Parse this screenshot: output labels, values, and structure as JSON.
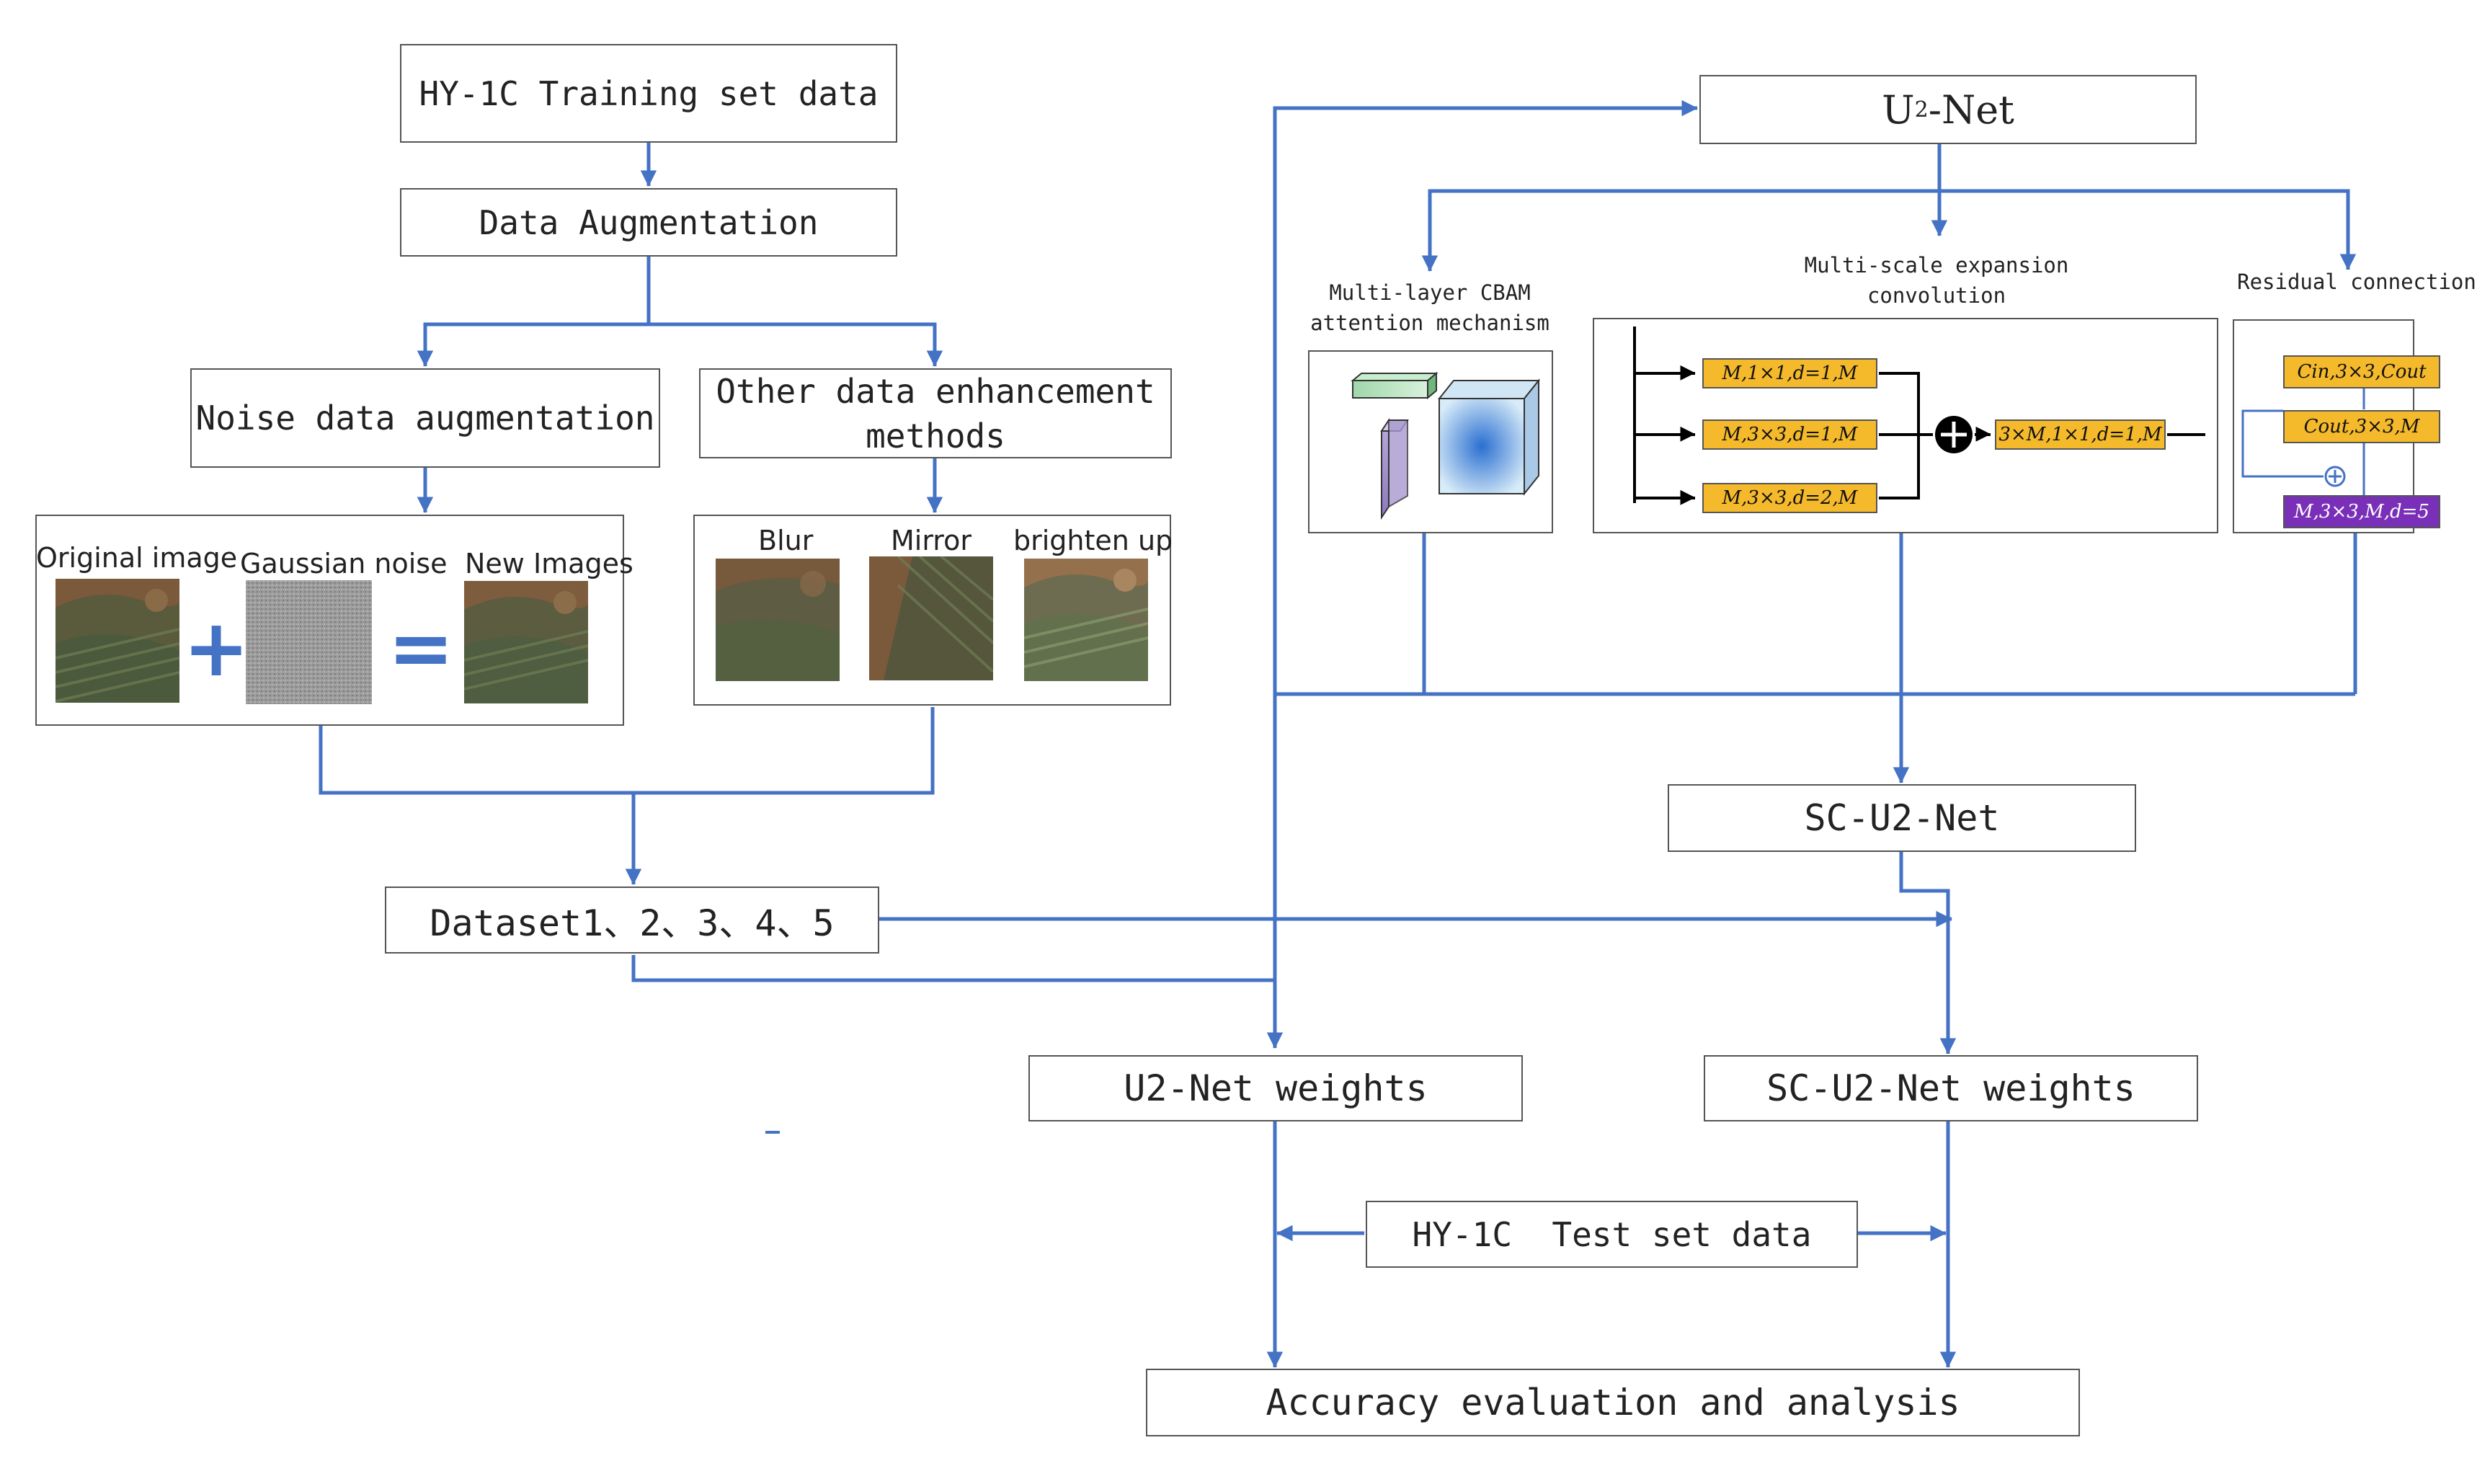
{
  "left": {
    "training_set": "HY-1C Training set data",
    "augmentation": "Data Augmentation",
    "noise_aug": "Noise data augmentation",
    "other_aug": "Other data enhancement methods",
    "noise_labels": {
      "original": "Original image",
      "gaussian": "Gaussian noise",
      "new": "New Images"
    },
    "other_labels": {
      "blur": "Blur",
      "mirror": "Mirror",
      "brighten": "brighten up"
    },
    "plus_symbol": "+",
    "equals_symbol": "=",
    "dataset": "Dataset1、2、3、4、5"
  },
  "right": {
    "unet_base": "U",
    "unet_sup": "2",
    "unet_suffix": "-Net",
    "cbam": "Multi-layer CBAM attention mechanism",
    "multiscale": "Multi-scale expansion convolution",
    "residual": "Residual connection",
    "sc_u2net": "SC-U2-Net",
    "ms_blocks": [
      "M,1×1,d=1,M",
      "M,3×3,d=1,M",
      "M,3×3,d=2,M",
      "3×M,1×1,d=1,M"
    ],
    "res_blocks": [
      "Cin,3×3,Cout",
      "Cout,3×3,M",
      "M,3×3,M,d=5"
    ]
  },
  "bottom": {
    "u2net_weights": "U2-Net weights",
    "sc_weights": "SC-U2-Net weights",
    "test_set": "HY-1C  Test set data",
    "accuracy": "Accuracy evaluation and analysis"
  },
  "colors": {
    "arrow": "#4472c4",
    "box_border": "#555555",
    "block_yellow": "#f5b92c",
    "block_purple": "#7a2fb8"
  }
}
